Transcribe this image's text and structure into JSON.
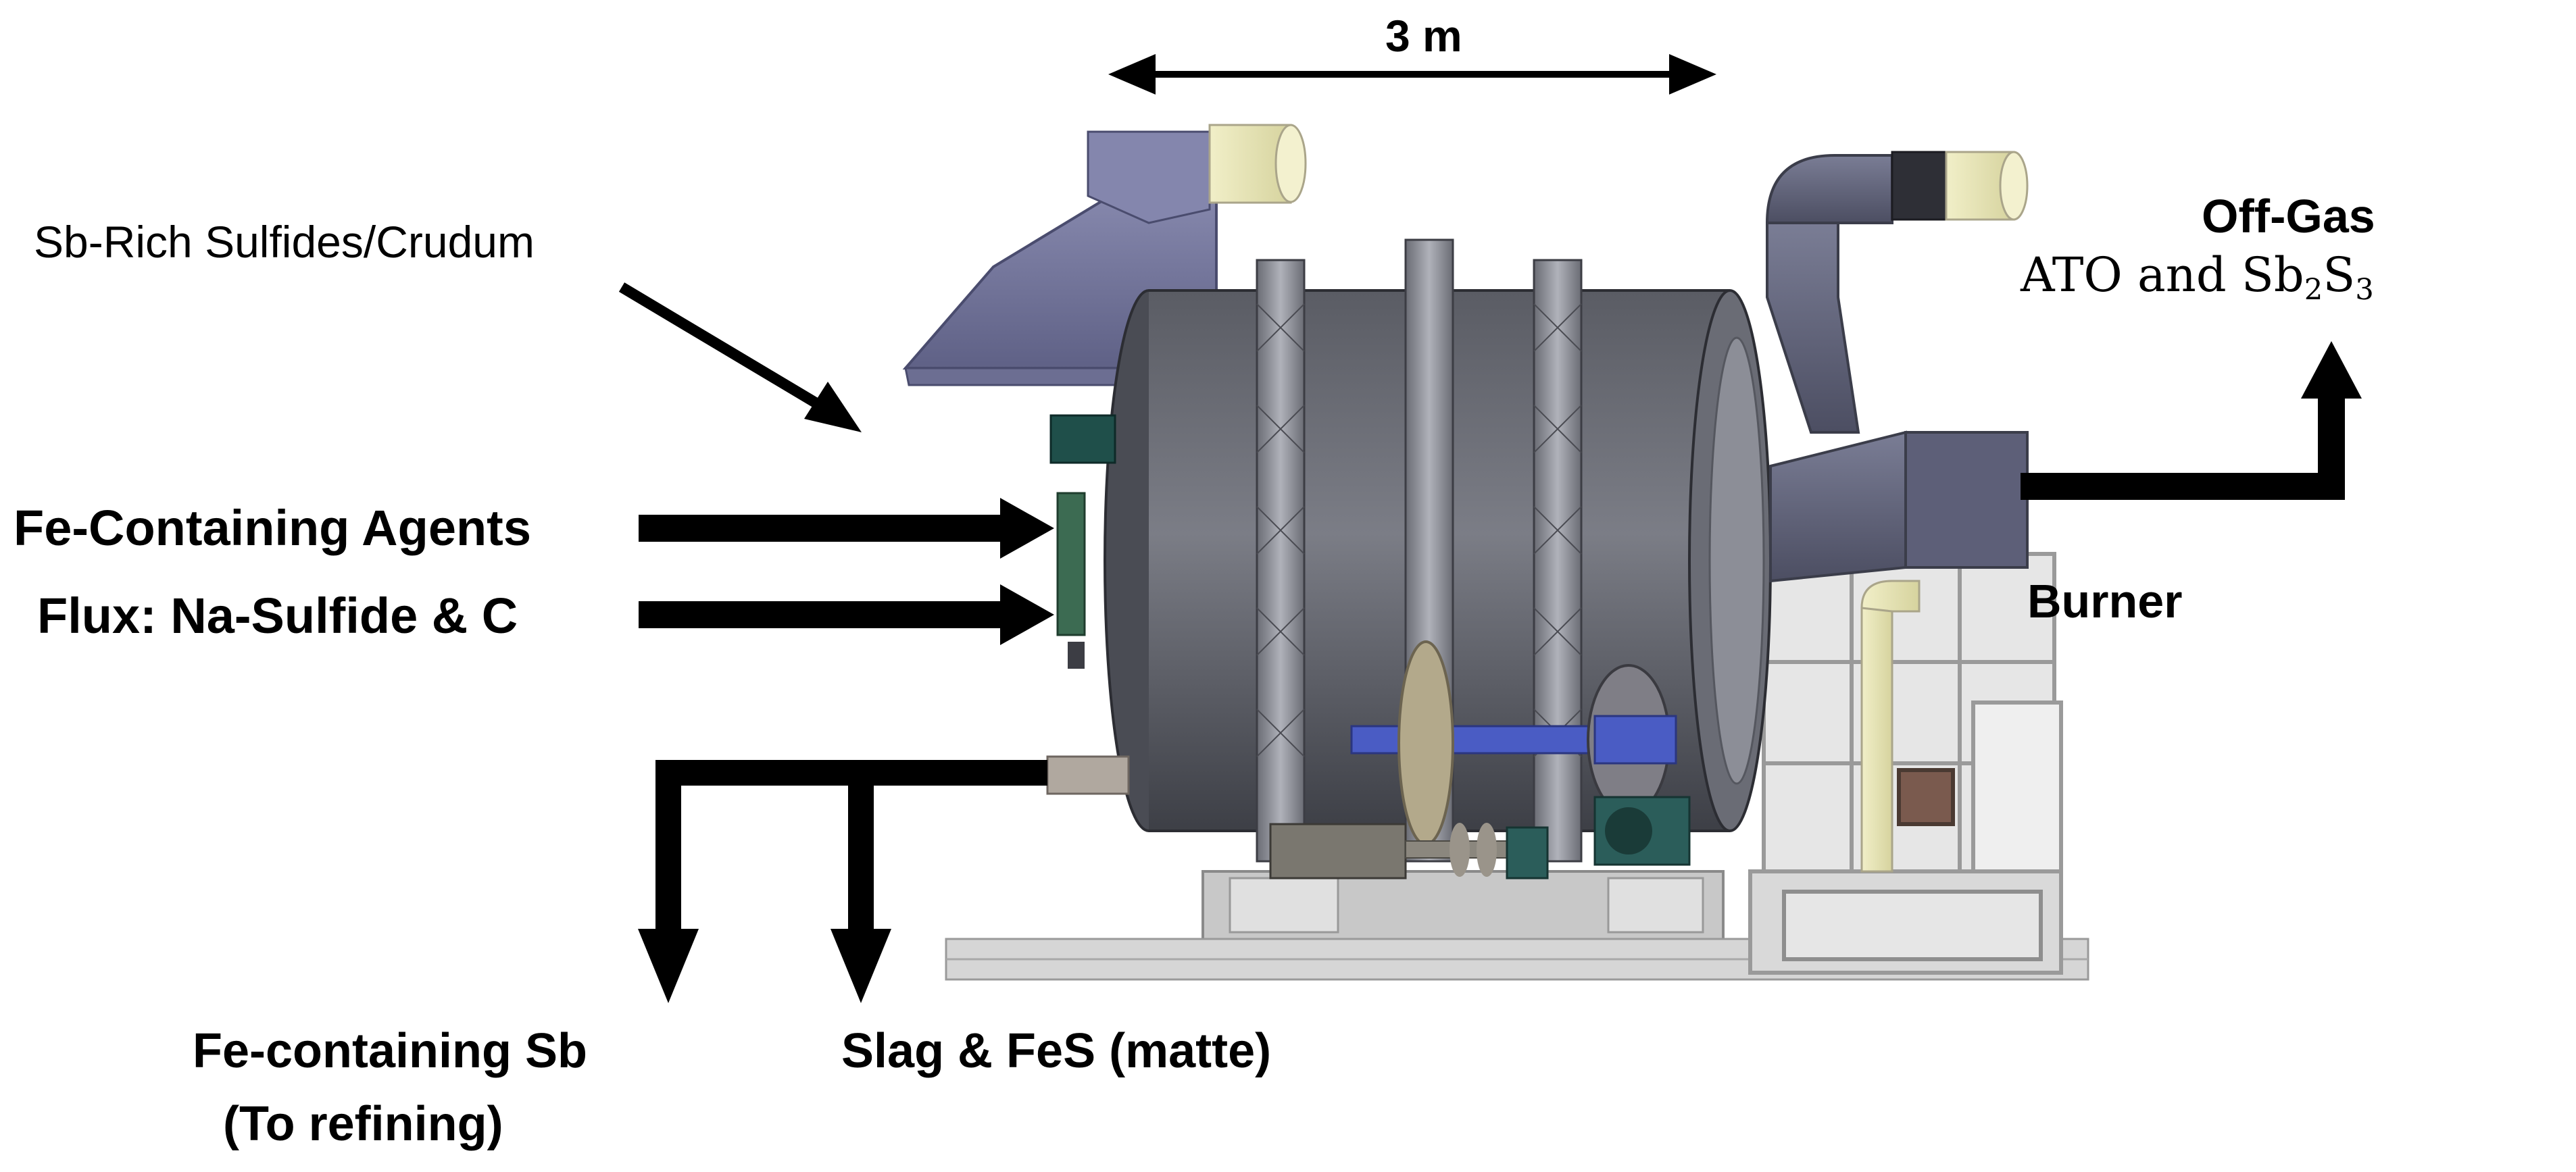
{
  "dimension": {
    "label": "3 m"
  },
  "inputs": {
    "feed": "Sb-Rich Sulfides/Crudum",
    "fe_agents": "Fe-Containing Agents",
    "flux": "Flux: Na-Sulfide & C"
  },
  "outputs": {
    "offgas_title": "Off-Gas",
    "offgas_text": "ATO and Sb",
    "offgas_sub1": "2",
    "offgas_text2": "S",
    "offgas_sub2": "3",
    "burner": "Burner",
    "sb_product_line1": "Fe-containing Sb",
    "sb_product_line2": "(To refining)",
    "slag": "Slag & FeS (matte)"
  },
  "colors": {
    "drum_dark": "#4d4f57",
    "drum_mid": "#6e7079",
    "drum_light": "#9a9ca5",
    "hood": "#8f91b5",
    "hood_dark": "#6b6d92",
    "duct_cream": "#e8e6b8",
    "drive_blue": "#4a5cc4",
    "frame_grey": "#bdbdbd",
    "panel_green": "#3c6b52",
    "arrow": "#000000"
  }
}
